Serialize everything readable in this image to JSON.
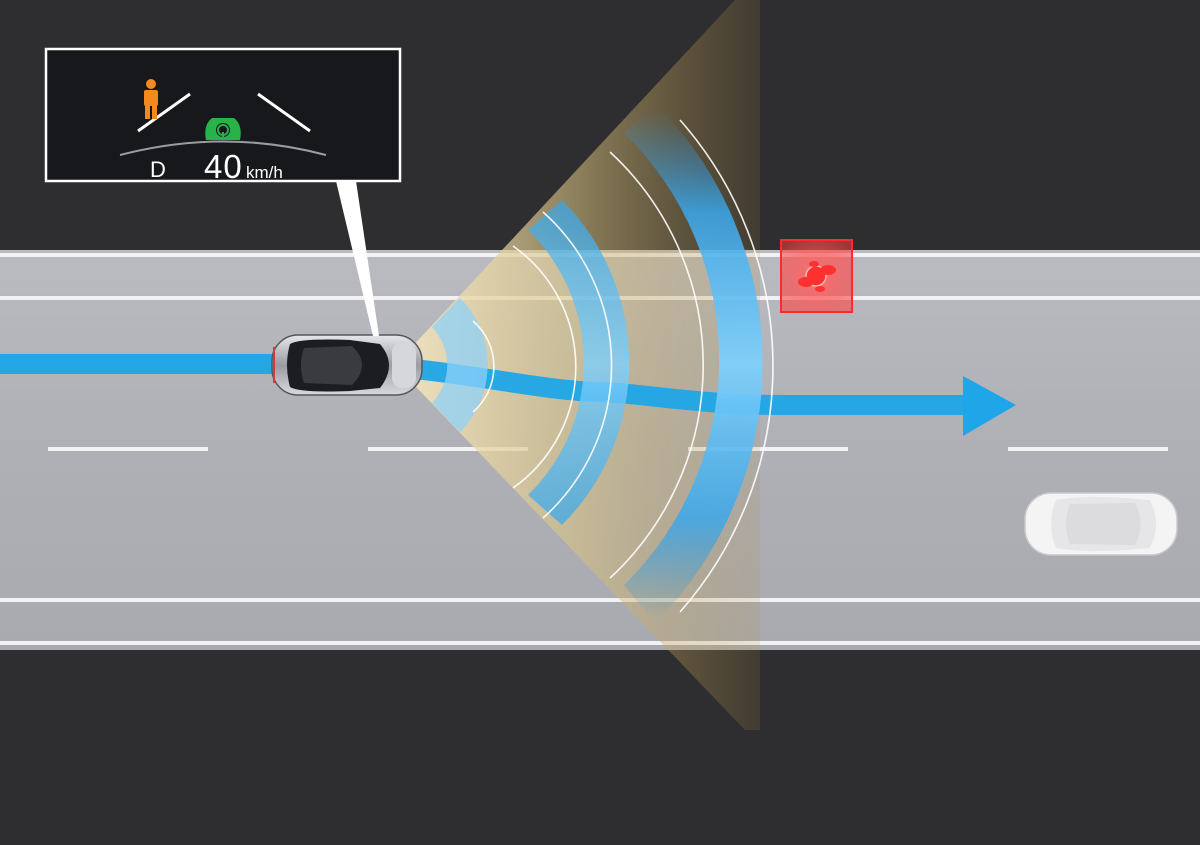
{
  "hud": {
    "gear": "D",
    "speed": "40",
    "unit": "km/h"
  },
  "colors": {
    "background": "#2e2e30",
    "road": "#aeb0b6",
    "lane_line": "#ffffff",
    "path_arrow": "#1ea6e8",
    "radar_waves": "#3cb4f0",
    "sensor_beam": "#c9a450",
    "pedestrian_warning": "#ff3b3b",
    "hud_pedestrian_icon": "#f28a1e",
    "hud_steering_icon": "#27b24a"
  },
  "icons": [
    "pedestrian-icon",
    "steering-assist-icon",
    "pedestrian-warning-icon"
  ]
}
